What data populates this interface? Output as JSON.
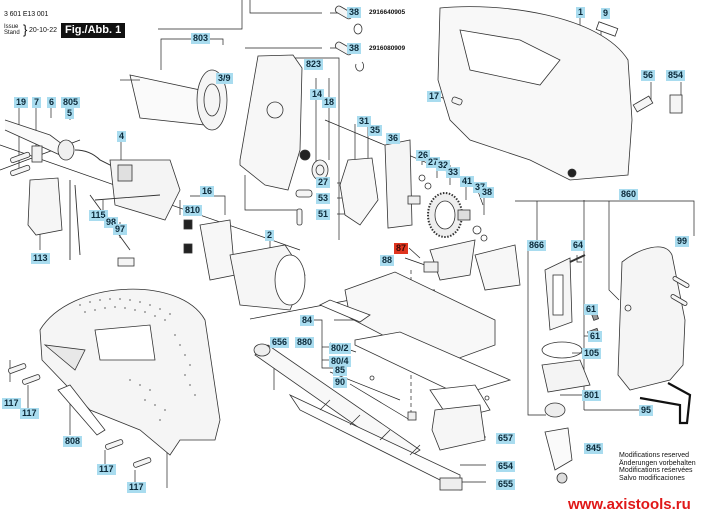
{
  "header": {
    "part_number": "3 601 E13 001",
    "issue_label": "Issue\nStand",
    "issue_date": "20-10-22",
    "figure_label": "Fig./Abb. 1"
  },
  "part_numbers": [
    {
      "ref": "38",
      "number": "2916640905"
    },
    {
      "ref": "38",
      "number": "2916080909"
    }
  ],
  "labels": [
    {
      "id": "803",
      "text": "803"
    },
    {
      "id": "3-9",
      "text": "3/9"
    },
    {
      "id": "823",
      "text": "823"
    },
    {
      "id": "14",
      "text": "14"
    },
    {
      "id": "18",
      "text": "18"
    },
    {
      "id": "27a",
      "text": "27"
    },
    {
      "id": "53",
      "text": "53"
    },
    {
      "id": "51",
      "text": "51"
    },
    {
      "id": "1",
      "text": "1"
    },
    {
      "id": "9",
      "text": "9"
    },
    {
      "id": "56",
      "text": "56"
    },
    {
      "id": "854",
      "text": "854"
    },
    {
      "id": "17",
      "text": "17"
    },
    {
      "id": "19",
      "text": "19"
    },
    {
      "id": "7",
      "text": "7"
    },
    {
      "id": "6",
      "text": "6"
    },
    {
      "id": "805",
      "text": "805"
    },
    {
      "id": "5",
      "text": "5"
    },
    {
      "id": "4",
      "text": "4"
    },
    {
      "id": "115",
      "text": "115"
    },
    {
      "id": "98",
      "text": "98"
    },
    {
      "id": "97",
      "text": "97"
    },
    {
      "id": "113",
      "text": "113"
    },
    {
      "id": "16",
      "text": "16"
    },
    {
      "id": "810",
      "text": "810"
    },
    {
      "id": "2",
      "text": "2"
    },
    {
      "id": "31",
      "text": "31"
    },
    {
      "id": "35",
      "text": "35"
    },
    {
      "id": "36",
      "text": "36"
    },
    {
      "id": "26",
      "text": "26"
    },
    {
      "id": "27b",
      "text": "27"
    },
    {
      "id": "32",
      "text": "32"
    },
    {
      "id": "33",
      "text": "33"
    },
    {
      "id": "41",
      "text": "41"
    },
    {
      "id": "37",
      "text": "37"
    },
    {
      "id": "38c",
      "text": "38"
    },
    {
      "id": "87",
      "text": "87",
      "highlight": true
    },
    {
      "id": "88",
      "text": "88"
    },
    {
      "id": "860",
      "text": "860"
    },
    {
      "id": "866",
      "text": "866"
    },
    {
      "id": "64",
      "text": "64"
    },
    {
      "id": "99",
      "text": "99"
    },
    {
      "id": "61a",
      "text": "61"
    },
    {
      "id": "61b",
      "text": "61"
    },
    {
      "id": "105",
      "text": "105"
    },
    {
      "id": "801",
      "text": "801"
    },
    {
      "id": "95",
      "text": "95"
    },
    {
      "id": "845",
      "text": "845"
    },
    {
      "id": "84",
      "text": "84"
    },
    {
      "id": "880",
      "text": "880"
    },
    {
      "id": "80-2",
      "text": "80/2"
    },
    {
      "id": "80-4",
      "text": "80/4"
    },
    {
      "id": "85",
      "text": "85"
    },
    {
      "id": "90",
      "text": "90"
    },
    {
      "id": "656",
      "text": "656"
    },
    {
      "id": "657",
      "text": "657"
    },
    {
      "id": "654",
      "text": "654"
    },
    {
      "id": "655",
      "text": "655"
    },
    {
      "id": "117a",
      "text": "117"
    },
    {
      "id": "117b",
      "text": "117"
    },
    {
      "id": "117c",
      "text": "117"
    },
    {
      "id": "117d",
      "text": "117"
    },
    {
      "id": "808",
      "text": "808"
    }
  ],
  "notes": [
    "Modifications reserved",
    "Änderungen vorbehalten",
    "Modifications reśervées",
    "Salvo modificaciones"
  ],
  "watermark": "www.axistools.ru",
  "colors": {
    "label_bg": "#a9dcef",
    "highlight_bg": "#e0351f",
    "watermark": "#e01818"
  }
}
